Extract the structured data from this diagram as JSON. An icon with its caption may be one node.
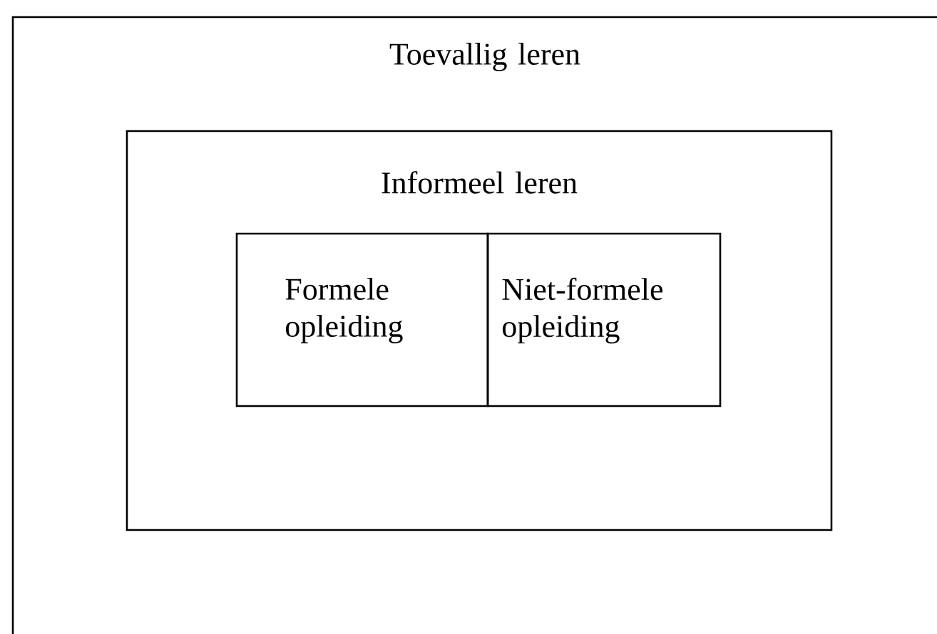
{
  "diagram": {
    "nodes": [
      {
        "text": [
          "Toevallig leren"
        ]
      },
      {
        "text": [
          "Informeel leren"
        ],
        "in": 0
      },
      {
        "text": [
          "Formele opleiding"
        ],
        "in": 1
      },
      {
        "text": [
          "Niet-formele opleiding"
        ],
        "in": 1
      }
    ]
  }
}
